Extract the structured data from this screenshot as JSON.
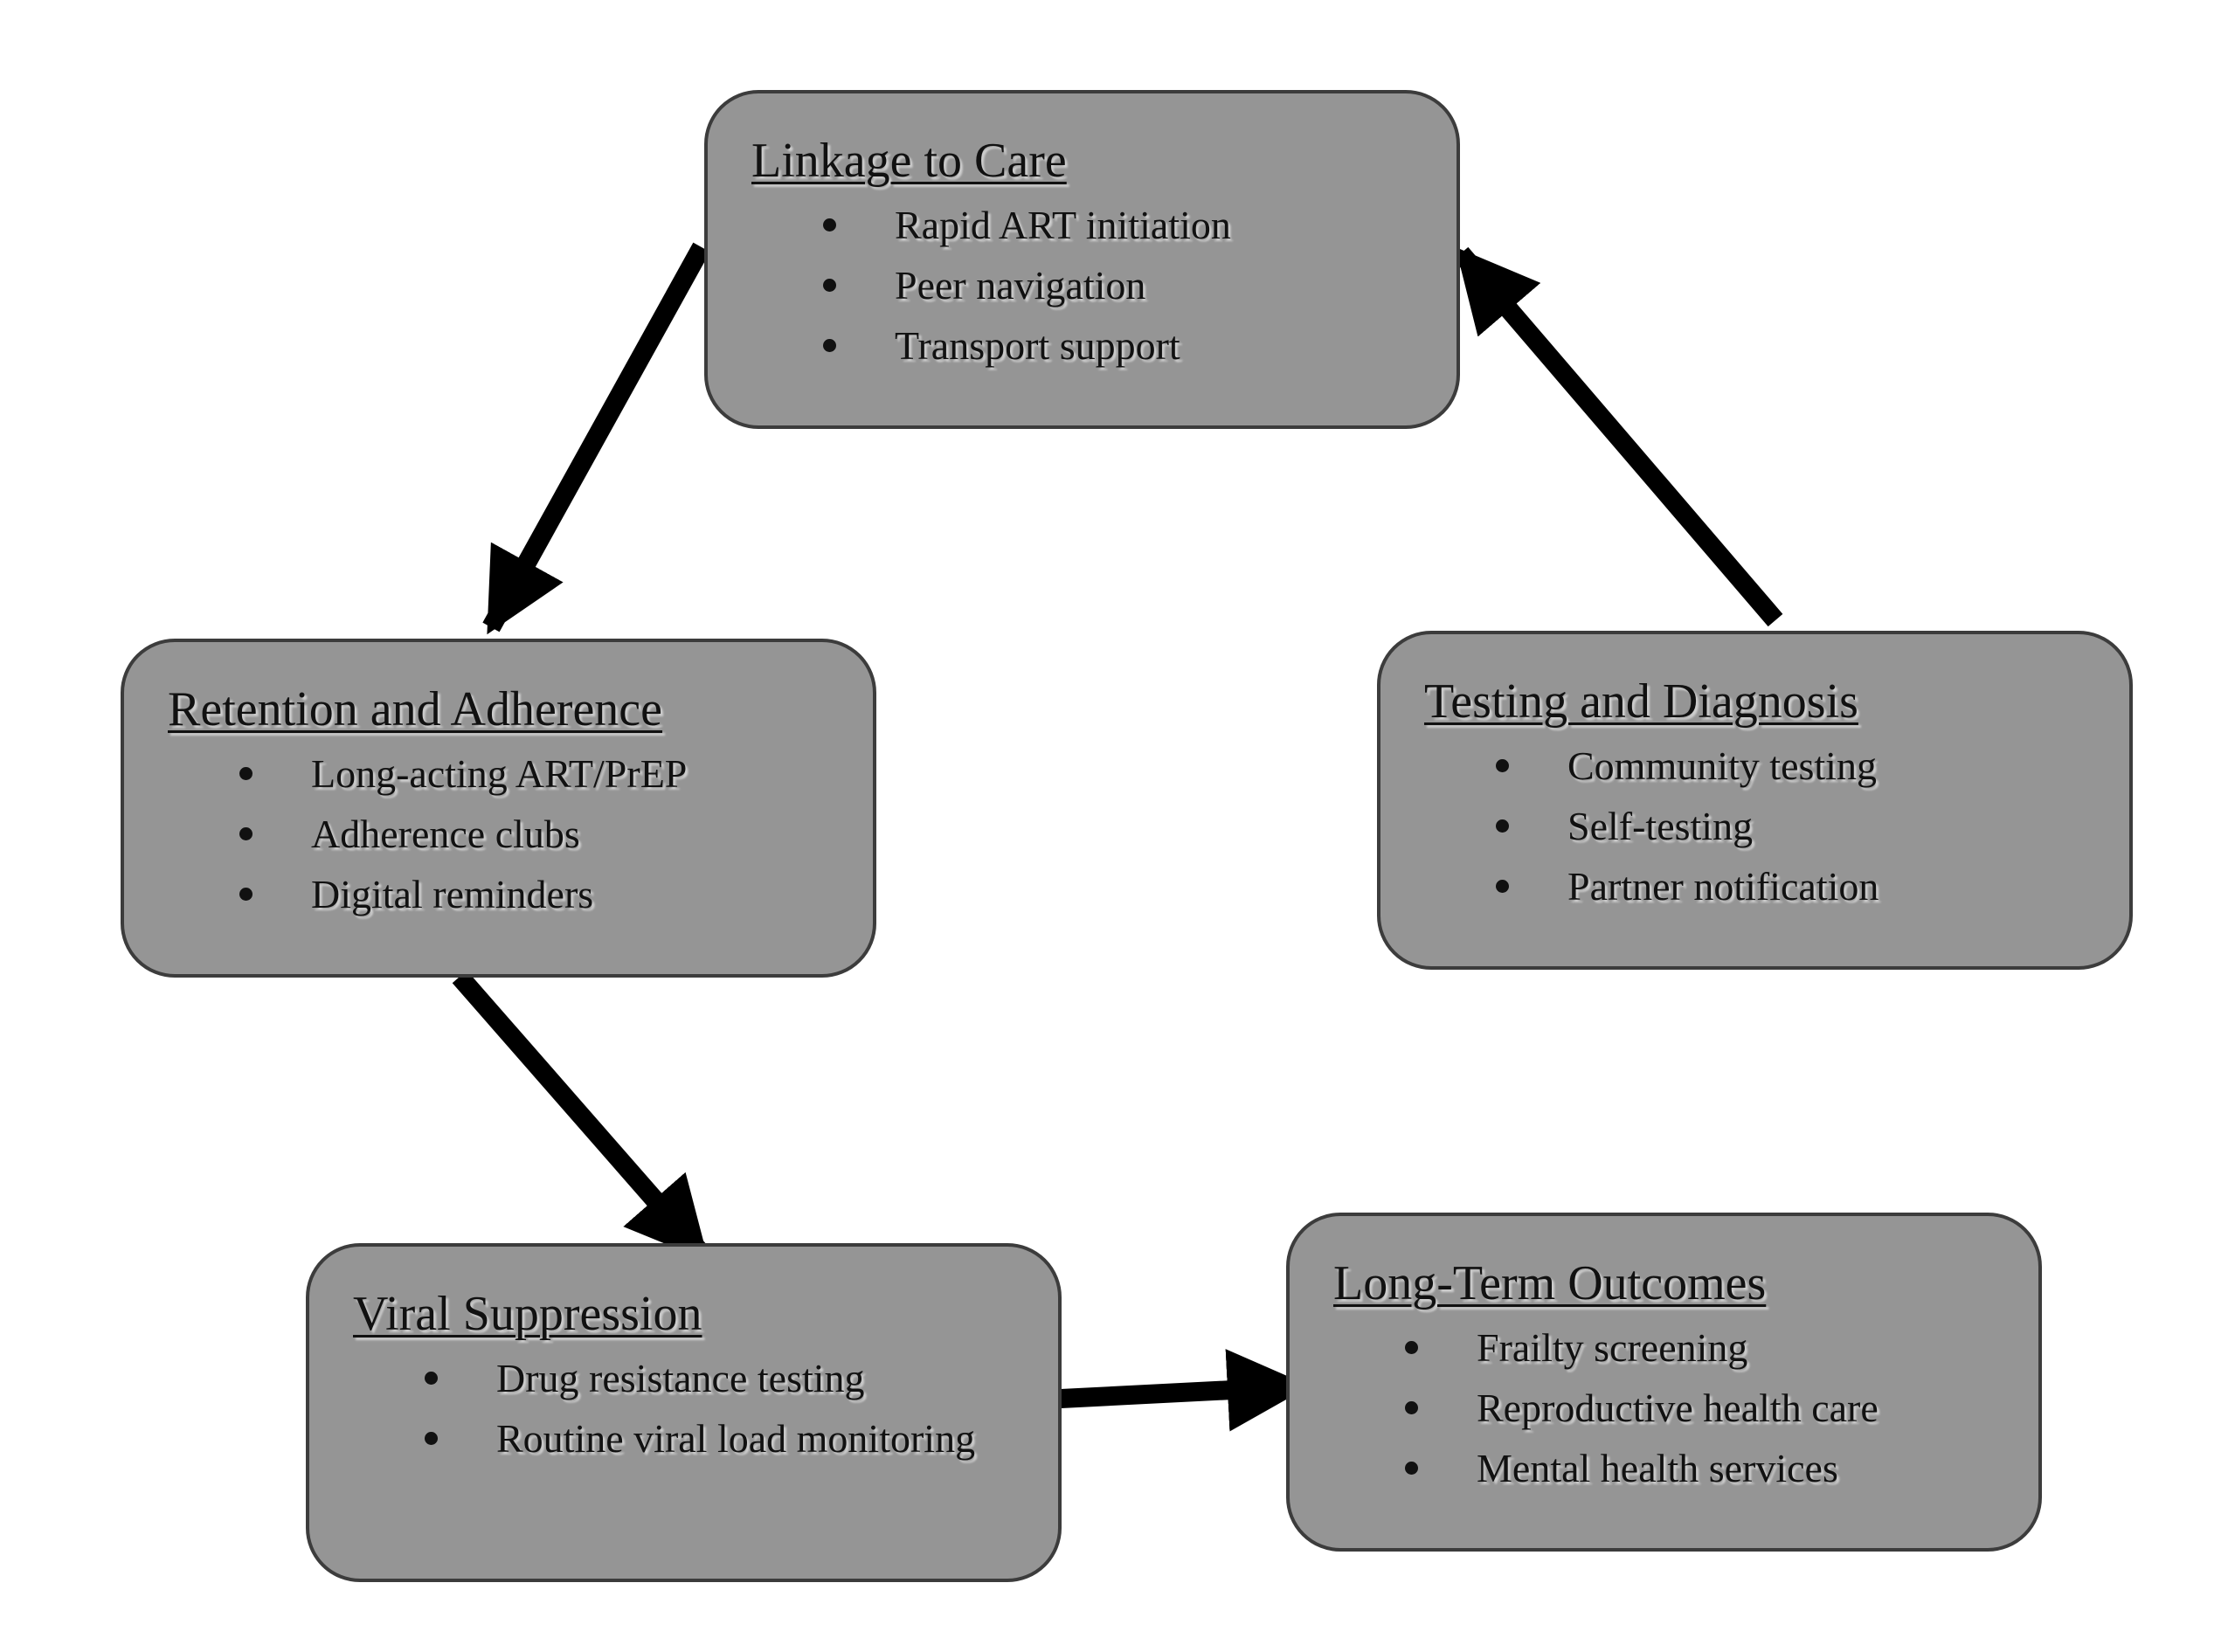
{
  "diagram": {
    "nodes": [
      {
        "id": "linkage",
        "title": "Linkage to Care",
        "items": [
          "Rapid ART initiation",
          "Peer navigation",
          "Transport support"
        ]
      },
      {
        "id": "retention",
        "title": "Retention and Adherence",
        "items": [
          "Long-acting ART/PrEP",
          "Adherence clubs",
          "Digital reminders"
        ]
      },
      {
        "id": "testing",
        "title": "Testing and Diagnosis",
        "items": [
          "Community testing",
          "Self-testing",
          "Partner notification"
        ]
      },
      {
        "id": "viral",
        "title": "Viral Suppression",
        "items": [
          "Drug resistance testing",
          "Routine viral load monitoring"
        ]
      },
      {
        "id": "longterm",
        "title": "Long-Term Outcomes",
        "items": [
          "Frailty screening",
          "Reproductive health care",
          "Mental health services"
        ]
      }
    ],
    "edges": [
      {
        "from": "testing",
        "to": "linkage"
      },
      {
        "from": "linkage",
        "to": "retention"
      },
      {
        "from": "retention",
        "to": "viral"
      },
      {
        "from": "viral",
        "to": "longterm"
      }
    ],
    "colors": {
      "box_fill": "#959595",
      "box_border": "#3c3c3c",
      "arrow": "#000000",
      "text": "#111111"
    }
  }
}
